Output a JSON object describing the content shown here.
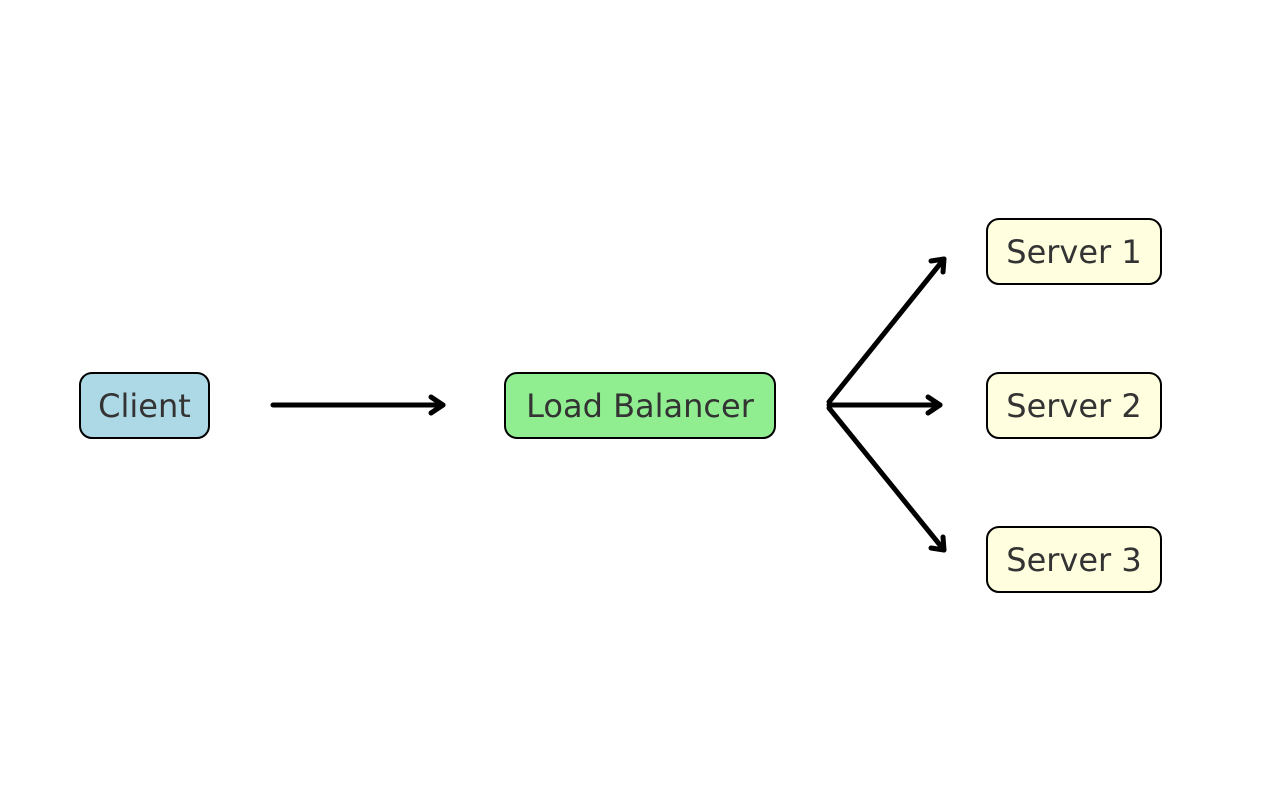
{
  "diagram": {
    "nodes": {
      "client": {
        "label": "Client",
        "fill": "#add8e6"
      },
      "load_balancer": {
        "label": "Load Balancer",
        "fill": "#90ee90"
      },
      "server_1": {
        "label": "Server 1",
        "fill": "#ffffe0"
      },
      "server_2": {
        "label": "Server 2",
        "fill": "#ffffe0"
      },
      "server_3": {
        "label": "Server 3",
        "fill": "#ffffe0"
      }
    },
    "edges": [
      {
        "from": "Client",
        "to": "Load Balancer"
      },
      {
        "from": "Load Balancer",
        "to": "Server 1"
      },
      {
        "from": "Load Balancer",
        "to": "Server 2"
      },
      {
        "from": "Load Balancer",
        "to": "Server 3"
      }
    ],
    "colors": {
      "border": "#000000",
      "text": "#333333",
      "arrow": "#000000",
      "background": "#ffffff"
    }
  }
}
